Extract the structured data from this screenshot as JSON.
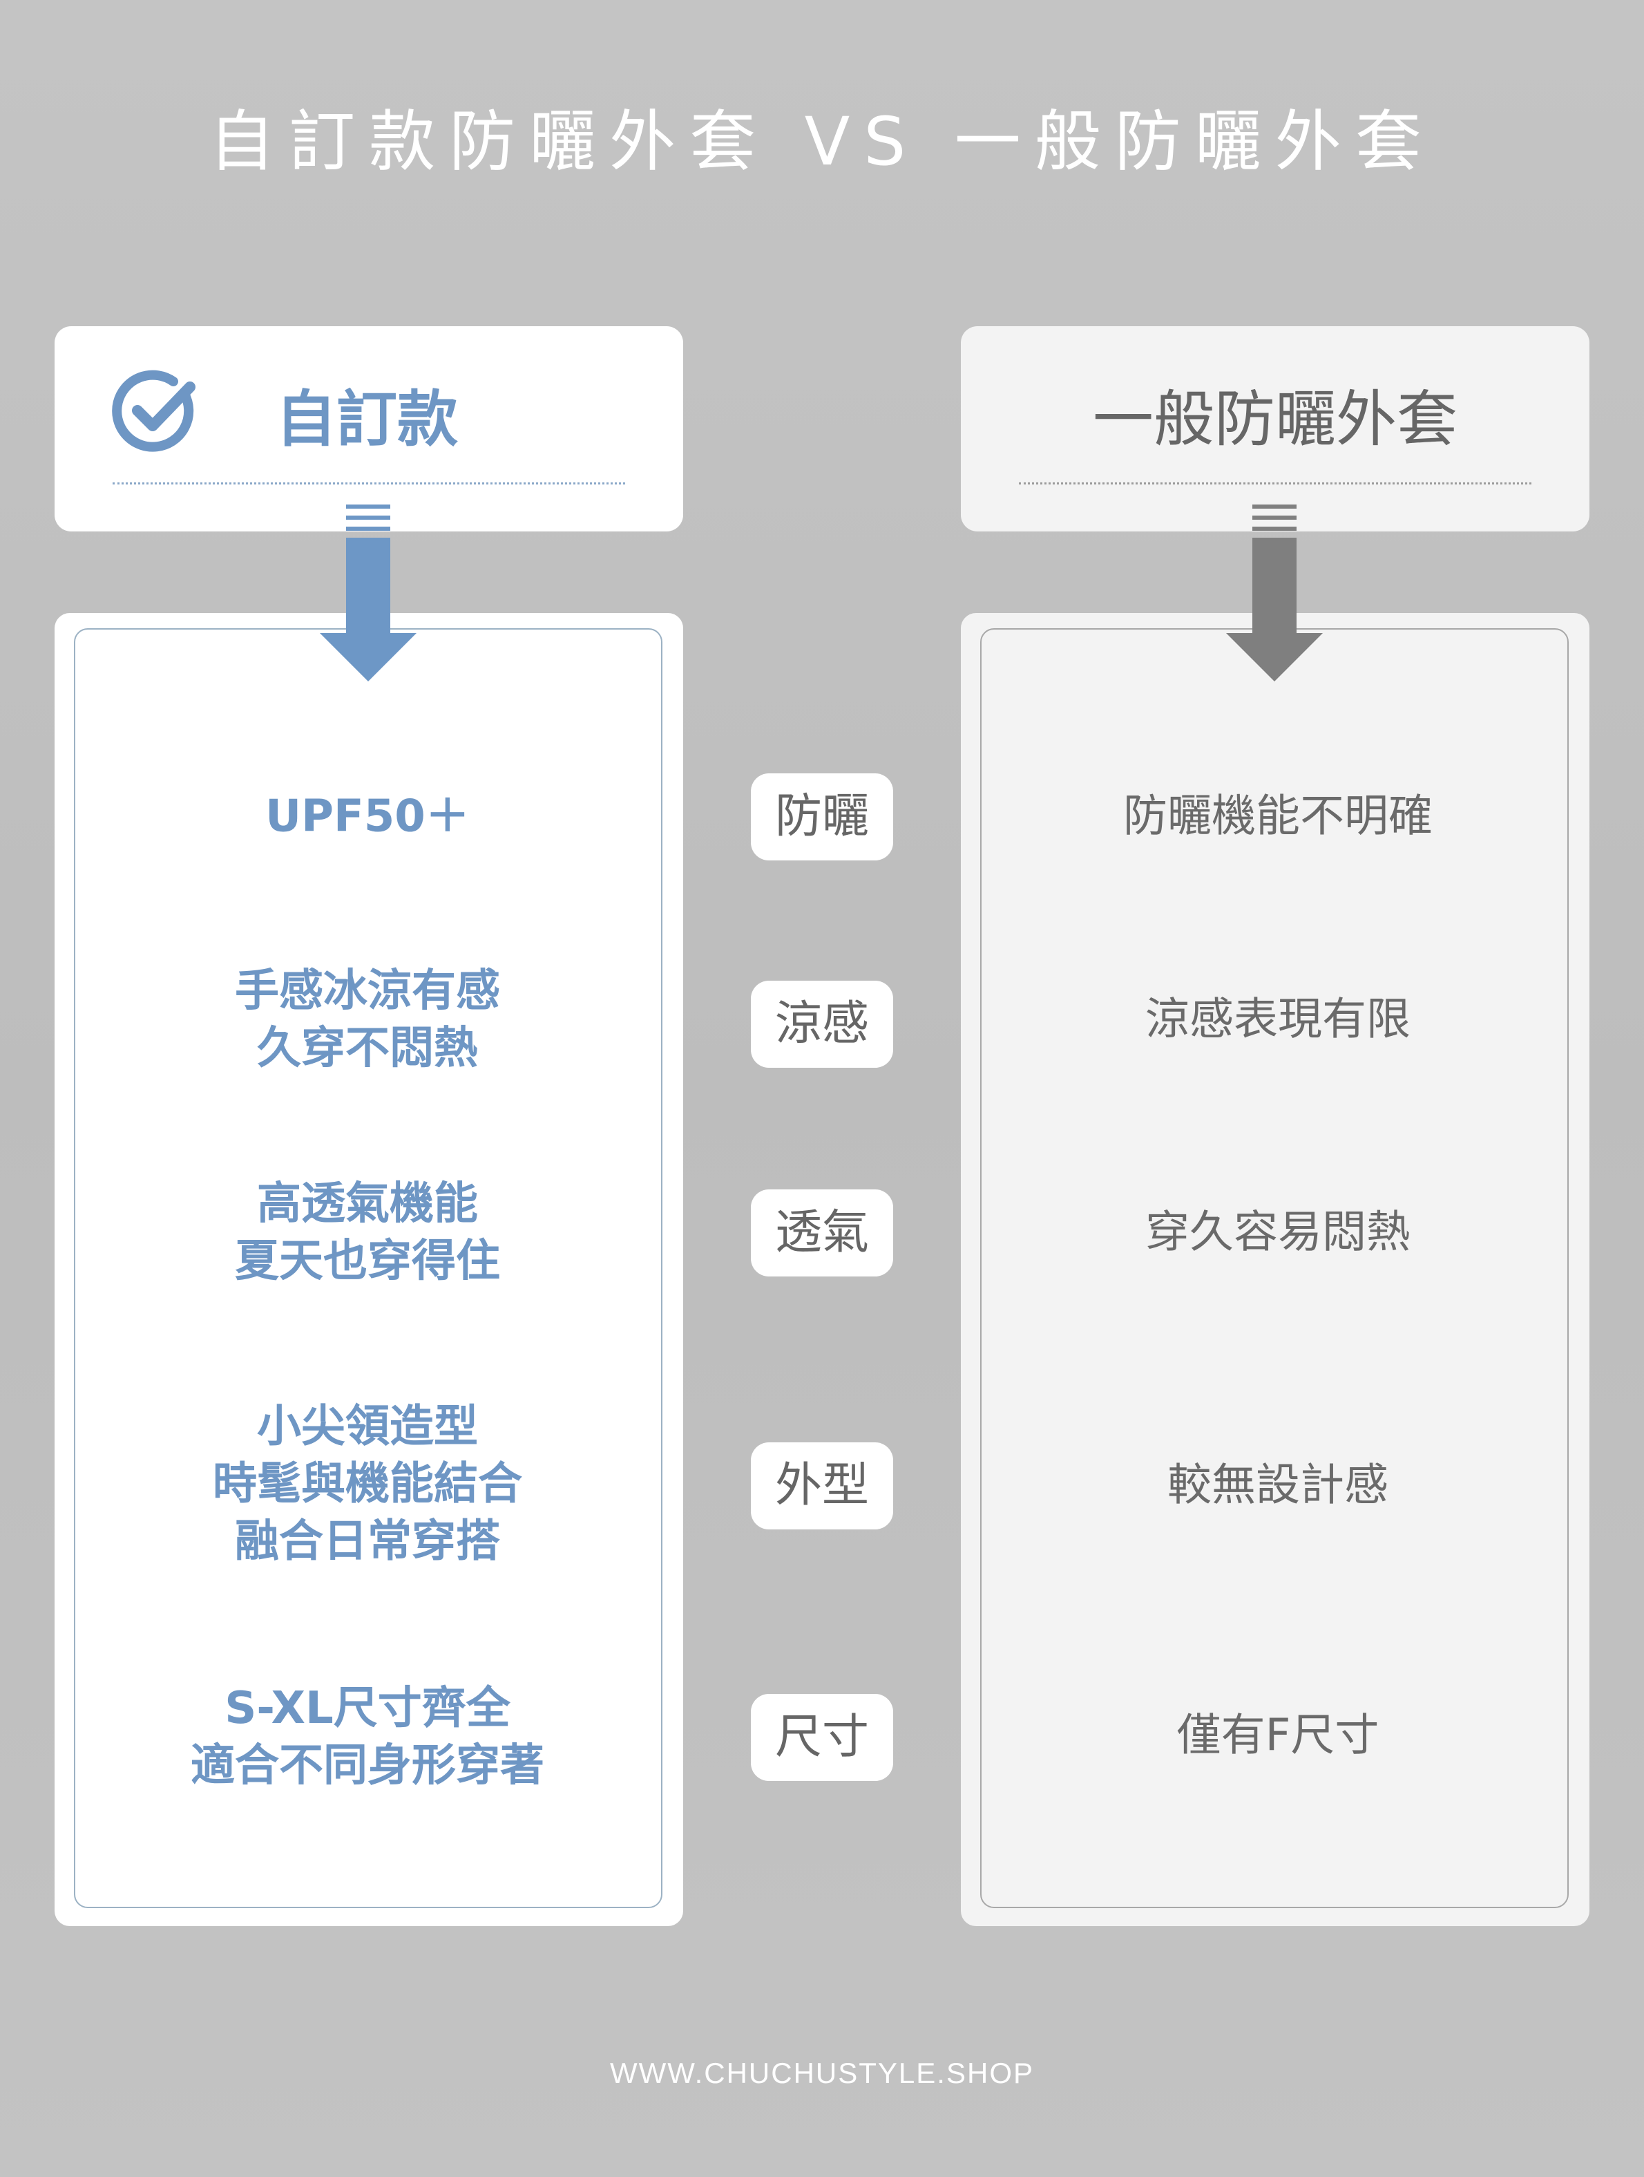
{
  "title": "自訂款防曬外套 VS 一般防曬外套",
  "left_header": {
    "label": "自訂款",
    "icon": "check-circle-icon"
  },
  "right_header": {
    "label": "一般防曬外套"
  },
  "colors": {
    "accent_blue": "#6e96c4",
    "arrow_blue": "#6d97c6",
    "arrow_gray": "#7f7f7f",
    "text_gray": "#6a6a6a",
    "background": "#c0c0c0"
  },
  "rows": [
    {
      "category": "防曬",
      "custom": [
        "UPF50＋"
      ],
      "general": [
        "防曬機能不明確"
      ]
    },
    {
      "category": "涼感",
      "custom": [
        "手感冰涼有感",
        "久穿不悶熱"
      ],
      "general": [
        "涼感表現有限"
      ]
    },
    {
      "category": "透氣",
      "custom": [
        "高透氣機能",
        "夏天也穿得住"
      ],
      "general": [
        "穿久容易悶熱"
      ]
    },
    {
      "category": "外型",
      "custom": [
        "小尖領造型",
        "時髦與機能結合",
        "融合日常穿搭"
      ],
      "general": [
        "較無設計感"
      ]
    },
    {
      "category": "尺寸",
      "custom": [
        "S-XL尺寸齊全",
        "適合不同身形穿著"
      ],
      "general": [
        "僅有F尺寸"
      ]
    }
  ],
  "footer": "WWW.CHUCHUSTYLE.SHOP"
}
